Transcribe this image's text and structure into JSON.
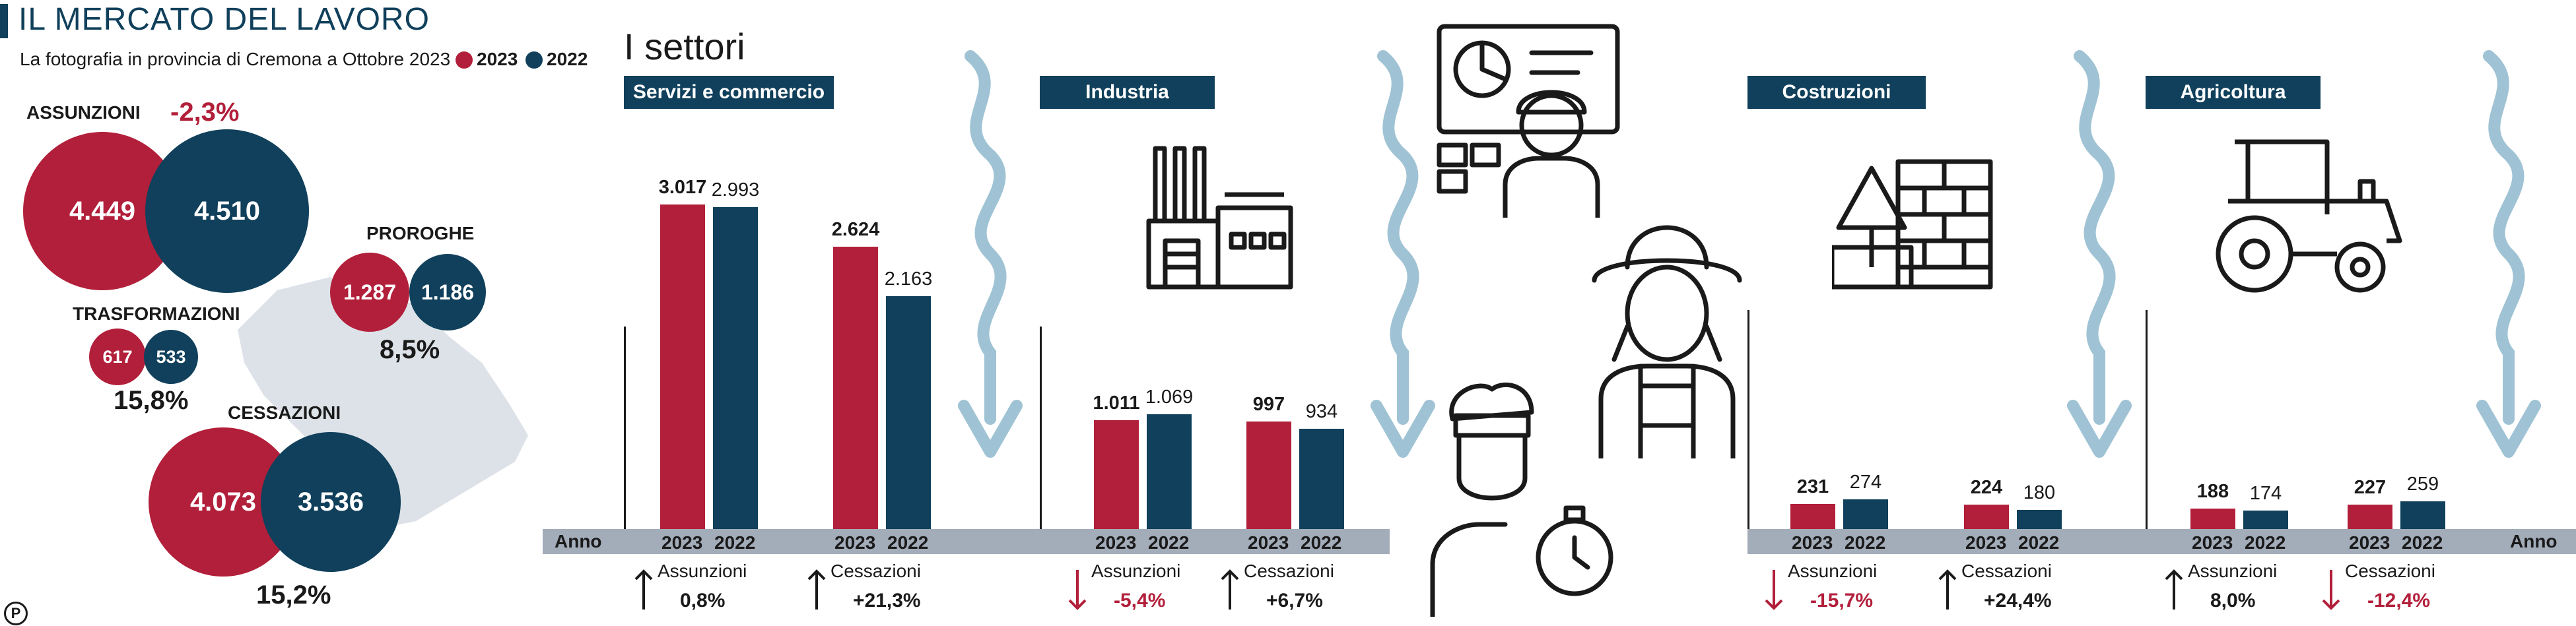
{
  "header": {
    "title": "IL MERCATO DEL LAVORO",
    "subtitle": "La fotografia in provincia di Cremona a Ottobre 2023",
    "legend": [
      {
        "label": "2023",
        "color": "#b21f3a"
      },
      {
        "label": "2022",
        "color": "#10405b"
      }
    ]
  },
  "bubbles": {
    "assunzioni": {
      "label": "ASSUNZIONI",
      "v2023": "4.449",
      "v2022": "4.510",
      "change": "-2,3%"
    },
    "proroghe": {
      "label": "PROROGHE",
      "v2023": "1.287",
      "v2022": "1.186",
      "change": "8,5%"
    },
    "trasformazioni": {
      "label": "TRASFORMAZIONI",
      "v2023": "617",
      "v2022": "533",
      "change": "15,8%"
    },
    "cessazioni": {
      "label": "CESSAZIONI",
      "v2023": "4.073",
      "v2022": "3.536",
      "change": "15,2%"
    }
  },
  "sectors_title": "I settori",
  "axis": {
    "anno": "Anno"
  },
  "colors": {
    "y2023": "#b21f3a",
    "y2022": "#10405b",
    "up": "#1a1a1a",
    "down": "#b21f3a"
  },
  "chart_data": [
    {
      "type": "bar",
      "title": "Servizi e commercio",
      "categories": [
        "2023",
        "2022",
        "2023",
        "2022"
      ],
      "series": [
        {
          "name": "Assunzioni",
          "values": [
            3017,
            2993
          ],
          "labels": [
            "3.017",
            "2.993"
          ]
        },
        {
          "name": "Cessazioni",
          "values": [
            2624,
            2163
          ],
          "labels": [
            "2.624",
            "2.163"
          ]
        }
      ],
      "changes": [
        {
          "name": "Assunzioni",
          "value": "0,8%",
          "direction": "up"
        },
        {
          "name": "Cessazioni",
          "value": "+21,3%",
          "direction": "up"
        }
      ]
    },
    {
      "type": "bar",
      "title": "Industria",
      "categories": [
        "2023",
        "2022",
        "2023",
        "2022"
      ],
      "series": [
        {
          "name": "Assunzioni",
          "values": [
            1011,
            1069
          ],
          "labels": [
            "1.011",
            "1.069"
          ]
        },
        {
          "name": "Cessazioni",
          "values": [
            997,
            934
          ],
          "labels": [
            "997",
            "934"
          ]
        }
      ],
      "changes": [
        {
          "name": "Assunzioni",
          "value": "-5,4%",
          "direction": "down"
        },
        {
          "name": "Cessazioni",
          "value": "+6,7%",
          "direction": "up"
        }
      ]
    },
    {
      "type": "bar",
      "title": "Costruzioni",
      "categories": [
        "2023",
        "2022",
        "2023",
        "2022"
      ],
      "series": [
        {
          "name": "Assunzioni",
          "values": [
            231,
            274
          ],
          "labels": [
            "231",
            "274"
          ]
        },
        {
          "name": "Cessazioni",
          "values": [
            224,
            180
          ],
          "labels": [
            "224",
            "180"
          ]
        }
      ],
      "changes": [
        {
          "name": "Assunzioni",
          "value": "-15,7%",
          "direction": "down"
        },
        {
          "name": "Cessazioni",
          "value": "+24,4%",
          "direction": "up"
        }
      ]
    },
    {
      "type": "bar",
      "title": "Agricoltura",
      "categories": [
        "2023",
        "2022",
        "2023",
        "2022"
      ],
      "series": [
        {
          "name": "Assunzioni",
          "values": [
            188,
            174
          ],
          "labels": [
            "188",
            "174"
          ]
        },
        {
          "name": "Cessazioni",
          "values": [
            227,
            259
          ],
          "labels": [
            "227",
            "259"
          ]
        }
      ],
      "changes": [
        {
          "name": "Assunzioni",
          "value": "8,0%",
          "direction": "up"
        },
        {
          "name": "Cessazioni",
          "value": "-12,4%",
          "direction": "down"
        }
      ]
    }
  ]
}
